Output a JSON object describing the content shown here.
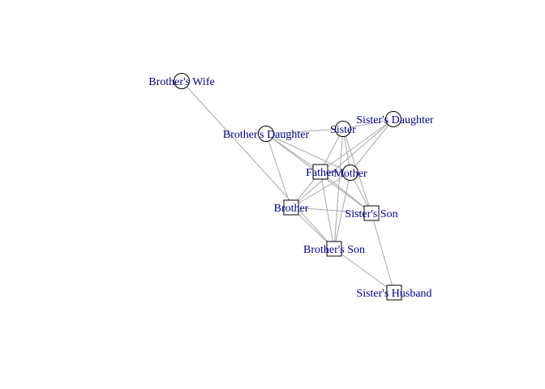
{
  "graph": {
    "nodes": [
      {
        "id": "brothers_wife",
        "label": "Brother's Wife",
        "shape": "circle"
      },
      {
        "id": "brothers_daughter",
        "label": "Brother's Daughter",
        "shape": "circle"
      },
      {
        "id": "sister",
        "label": "Sister",
        "shape": "circle"
      },
      {
        "id": "sisters_daughter",
        "label": "Sister's Daughter",
        "shape": "circle"
      },
      {
        "id": "father",
        "label": "Father",
        "shape": "square"
      },
      {
        "id": "mother",
        "label": "Mother",
        "shape": "circle"
      },
      {
        "id": "brother",
        "label": "Brother",
        "shape": "square"
      },
      {
        "id": "sisters_son",
        "label": "Sister's Son",
        "shape": "square"
      },
      {
        "id": "brothers_son",
        "label": "Brother's Son",
        "shape": "square"
      },
      {
        "id": "sisters_husband",
        "label": "Sister's Husband",
        "shape": "square"
      }
    ],
    "edges": [
      [
        "brothers_wife",
        "brothers_son"
      ],
      [
        "brothers_daughter",
        "father"
      ],
      [
        "brothers_daughter",
        "mother"
      ],
      [
        "brothers_daughter",
        "brother"
      ],
      [
        "brothers_daughter",
        "sisters_son"
      ],
      [
        "sister",
        "sisters_daughter"
      ],
      [
        "sister",
        "father"
      ],
      [
        "sister",
        "mother"
      ],
      [
        "sister",
        "sisters_son"
      ],
      [
        "sister",
        "brothers_son"
      ],
      [
        "sister",
        "brothers_daughter"
      ],
      [
        "sisters_daughter",
        "father"
      ],
      [
        "sisters_daughter",
        "mother"
      ],
      [
        "sisters_daughter",
        "brother"
      ],
      [
        "father",
        "mother"
      ],
      [
        "father",
        "brother"
      ],
      [
        "father",
        "sisters_son"
      ],
      [
        "father",
        "brothers_son"
      ],
      [
        "mother",
        "brother"
      ],
      [
        "mother",
        "brothers_son"
      ],
      [
        "mother",
        "sisters_son"
      ],
      [
        "brother",
        "sisters_son"
      ],
      [
        "brother",
        "brothers_son"
      ],
      [
        "sisters_son",
        "sisters_husband"
      ],
      [
        "brothers_son",
        "sisters_husband"
      ]
    ]
  },
  "colors": {
    "edge": "#a8a8a8",
    "label": "#00008b",
    "node_border": "#000000",
    "node_fill": "#ffffff"
  }
}
